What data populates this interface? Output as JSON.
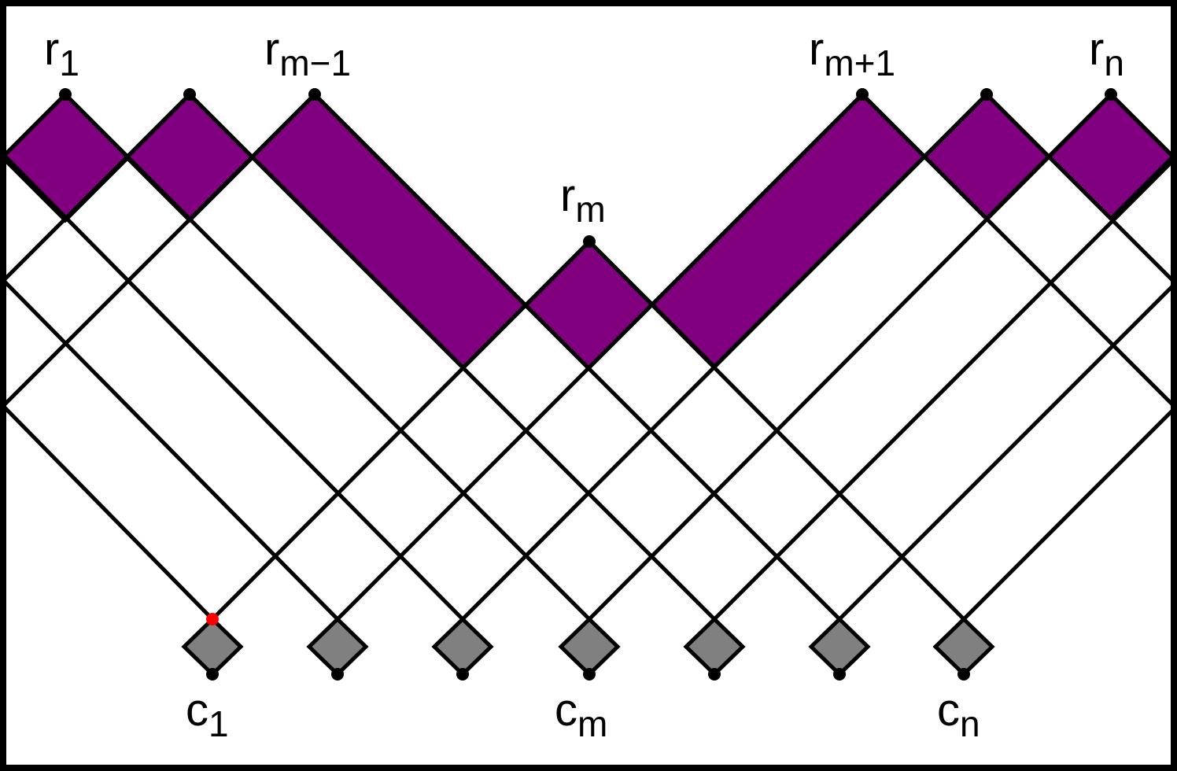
{
  "colors": {
    "fill": "#800080",
    "line": "#000000",
    "box": "#808080",
    "marker": "#ff0000"
  },
  "top_labels": [
    {
      "base": "r",
      "sub": "1"
    },
    {
      "base": "r",
      "sub": "m−1"
    },
    {
      "base": "r",
      "sub": "m"
    },
    {
      "base": "r",
      "sub": "m+1"
    },
    {
      "base": "r",
      "sub": "n"
    }
  ],
  "bottom_labels": [
    {
      "base": "c",
      "sub": "1"
    },
    {
      "base": "c",
      "sub": "m"
    },
    {
      "base": "c",
      "sub": "n"
    }
  ]
}
